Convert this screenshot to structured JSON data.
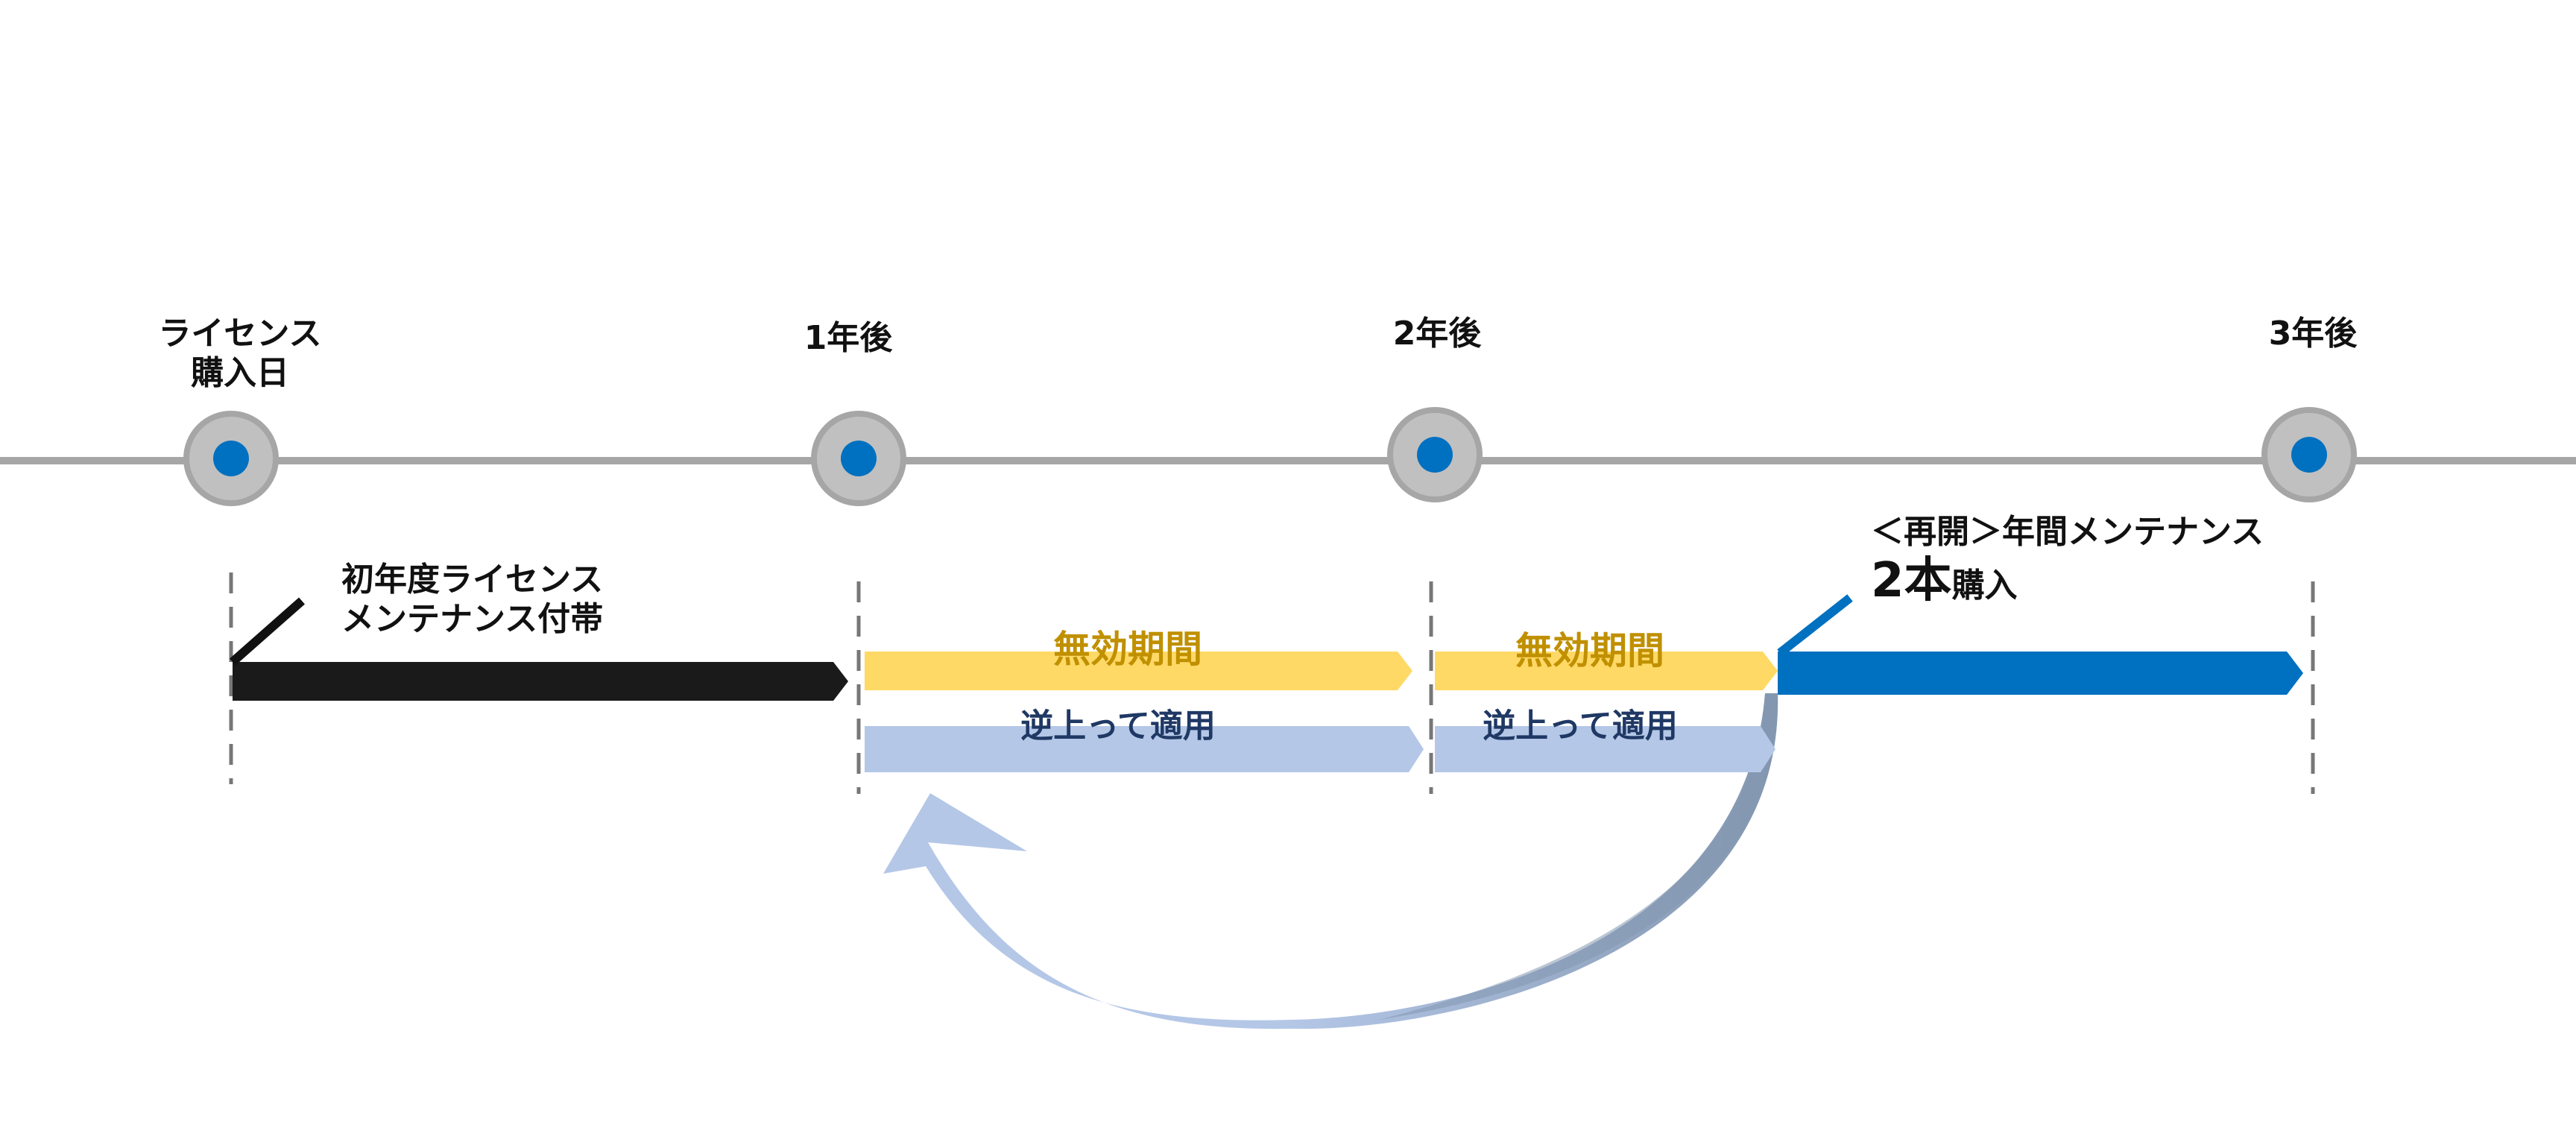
{
  "milestones": [
    {
      "label_line1": "ライセンス",
      "label_line2": "購入日"
    },
    {
      "label_line1": "1年後"
    },
    {
      "label_line1": "2年後"
    },
    {
      "label_line1": "3年後"
    }
  ],
  "initial_license": {
    "line1": "初年度ライセンス",
    "line2": "メンテナンス付帯"
  },
  "periods": [
    {
      "status": "無効期間",
      "applied": "逆上って適用"
    },
    {
      "status": "無効期間",
      "applied": "逆上って適用"
    }
  ],
  "renewal": {
    "line1": "＜再開＞年間メンテナンス",
    "count": "2本",
    "count_suffix": "購入"
  },
  "colors": {
    "timeline": "#a6a6a6",
    "milestone_ring": "#c0c0c0",
    "milestone_dot": "#0070c0",
    "initial_bar": "#1a1a1a",
    "invalid_bar": "#ffd966",
    "invalid_text": "#c09000",
    "applied_bar": "#b4c7e7",
    "applied_text": "#1f3864",
    "renewal_bar": "#0070c0",
    "curve_dark": "#8497b0",
    "curve_light": "#b4c7e7"
  }
}
